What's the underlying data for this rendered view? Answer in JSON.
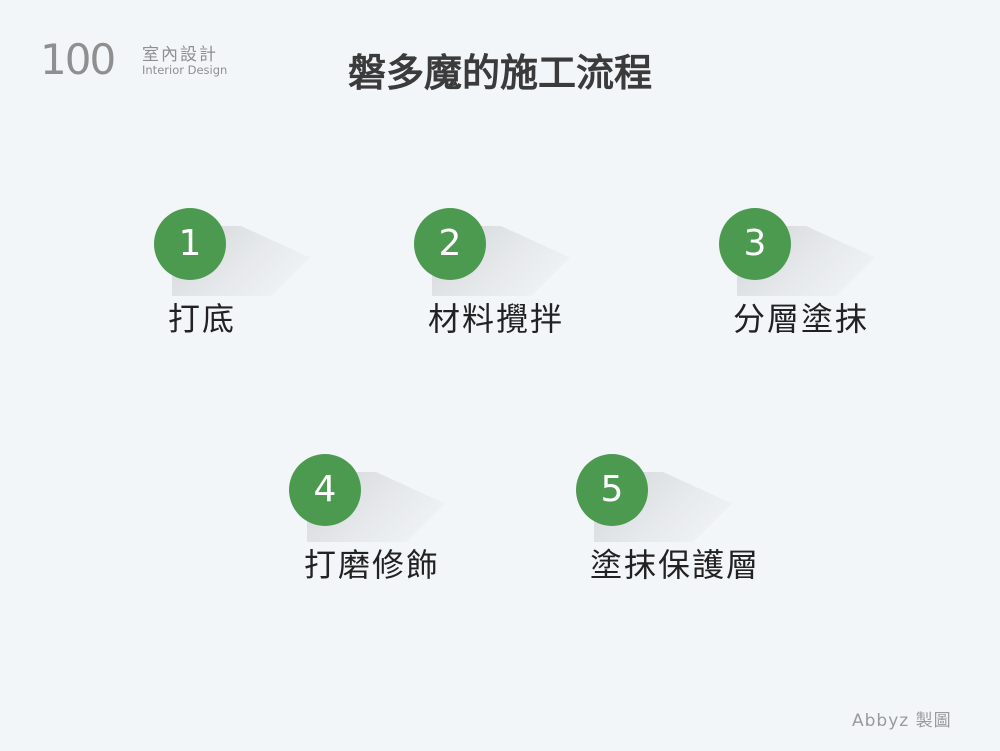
{
  "logo": {
    "number": "100",
    "name_cn": "室內設計",
    "name_en": "Interior Design"
  },
  "title": "磐多魔的施工流程",
  "steps": [
    {
      "number": "1",
      "label": "打底"
    },
    {
      "number": "2",
      "label": "材料攪拌"
    },
    {
      "number": "3",
      "label": "分層塗抹"
    },
    {
      "number": "4",
      "label": "打磨修飾"
    },
    {
      "number": "5",
      "label": "塗抹保護層"
    }
  ],
  "credit": "Abbyz 製圖",
  "colors": {
    "background": "#f3f6f8",
    "step_circle": "#4c9a50",
    "title": "#3b3b3b",
    "logo": "#8f8f8f"
  }
}
